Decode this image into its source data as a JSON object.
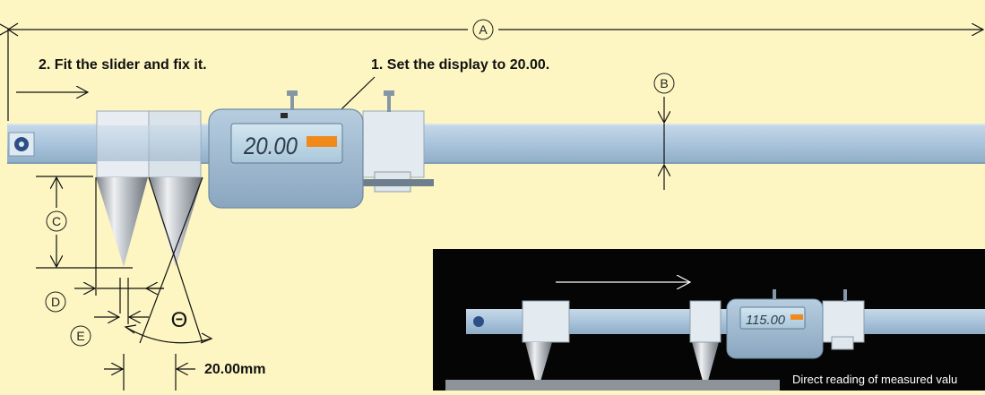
{
  "labels": {
    "dimension_a": "A",
    "dimension_b": "B",
    "dimension_c": "C",
    "dimension_d": "D",
    "dimension_e": "E",
    "angle": "Θ"
  },
  "instructions": {
    "step_2": "2. Fit the slider and fix it.",
    "step_1": "1. Set the display to 20.00."
  },
  "display": {
    "main_value": "20.00",
    "inset_value": "115.00"
  },
  "measurement": {
    "distance": "20.00mm"
  },
  "inset": {
    "caption": "Direct reading of measured valu"
  },
  "colors": {
    "background": "#fdf6c2",
    "beam": "#a9c4dc",
    "display_body": "#9fb9cf",
    "lcd": "#bcd6e6",
    "tag": "#f08a1a",
    "inset_bg": "#050505"
  }
}
